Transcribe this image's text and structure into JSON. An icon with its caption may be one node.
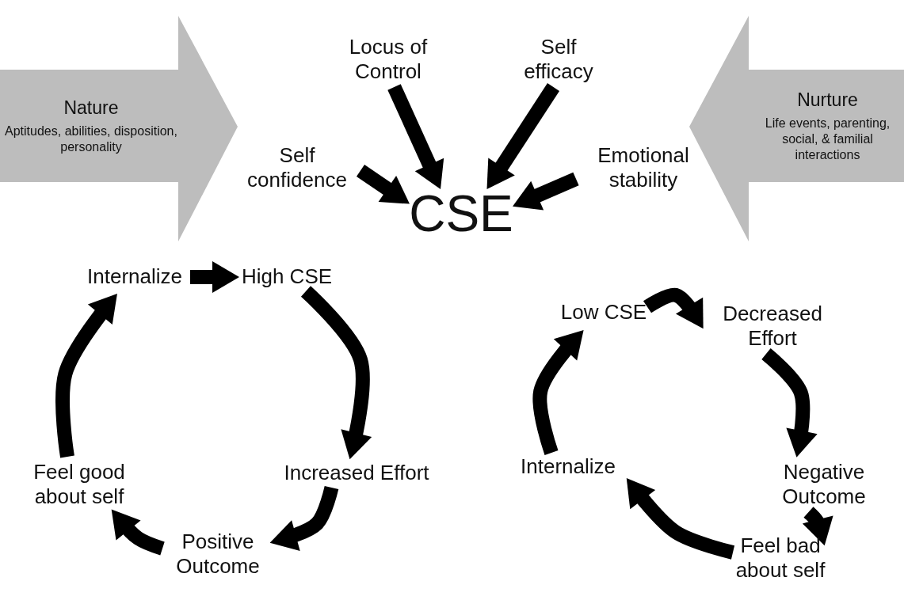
{
  "diagram": {
    "nodes": [
      {
        "text": [
          "Nature",
          "Aptitudes, abilities, disposition, personality"
        ]
      },
      {
        "text": [
          "Nurture",
          "Life events, parenting, social, & familial interactions"
        ]
      },
      {
        "text": [
          "Locus of Control"
        ]
      },
      {
        "text": [
          "Self efficacy"
        ]
      },
      {
        "text": [
          "Self confidence"
        ]
      },
      {
        "text": [
          "Emotional stability"
        ]
      },
      {
        "text": [
          "CSE"
        ]
      },
      {
        "text": [
          "Internalize"
        ]
      },
      {
        "text": [
          "High CSE"
        ]
      },
      {
        "text": [
          "Increased Effort"
        ]
      },
      {
        "text": [
          "Positive Outcome"
        ]
      },
      {
        "text": [
          "Feel good about self"
        ]
      },
      {
        "text": [
          "Low CSE"
        ]
      },
      {
        "text": [
          "Decreased Effort"
        ]
      },
      {
        "text": [
          "Negative Outcome"
        ]
      },
      {
        "text": [
          "Feel bad about self"
        ]
      },
      {
        "text": [
          "Internalize"
        ]
      }
    ],
    "edges": [
      {
        "from": 2,
        "to": 6,
        "arrow": "to"
      },
      {
        "from": 3,
        "to": 6,
        "arrow": "to"
      },
      {
        "from": 4,
        "to": 6,
        "arrow": "to"
      },
      {
        "from": 5,
        "to": 6,
        "arrow": "to"
      },
      {
        "from": 7,
        "to": 8,
        "arrow": "to"
      },
      {
        "from": 8,
        "to": 9,
        "arrow": "to"
      },
      {
        "from": 9,
        "to": 10,
        "arrow": "to"
      },
      {
        "from": 10,
        "to": 11,
        "arrow": "to"
      },
      {
        "from": 11,
        "to": 7,
        "arrow": "to"
      },
      {
        "from": 12,
        "to": 13,
        "arrow": "to"
      },
      {
        "from": 13,
        "to": 14,
        "arrow": "to"
      },
      {
        "from": 14,
        "to": 15,
        "arrow": "to"
      },
      {
        "from": 15,
        "to": 16,
        "arrow": "to"
      },
      {
        "from": 16,
        "to": 12,
        "arrow": "to"
      }
    ]
  }
}
